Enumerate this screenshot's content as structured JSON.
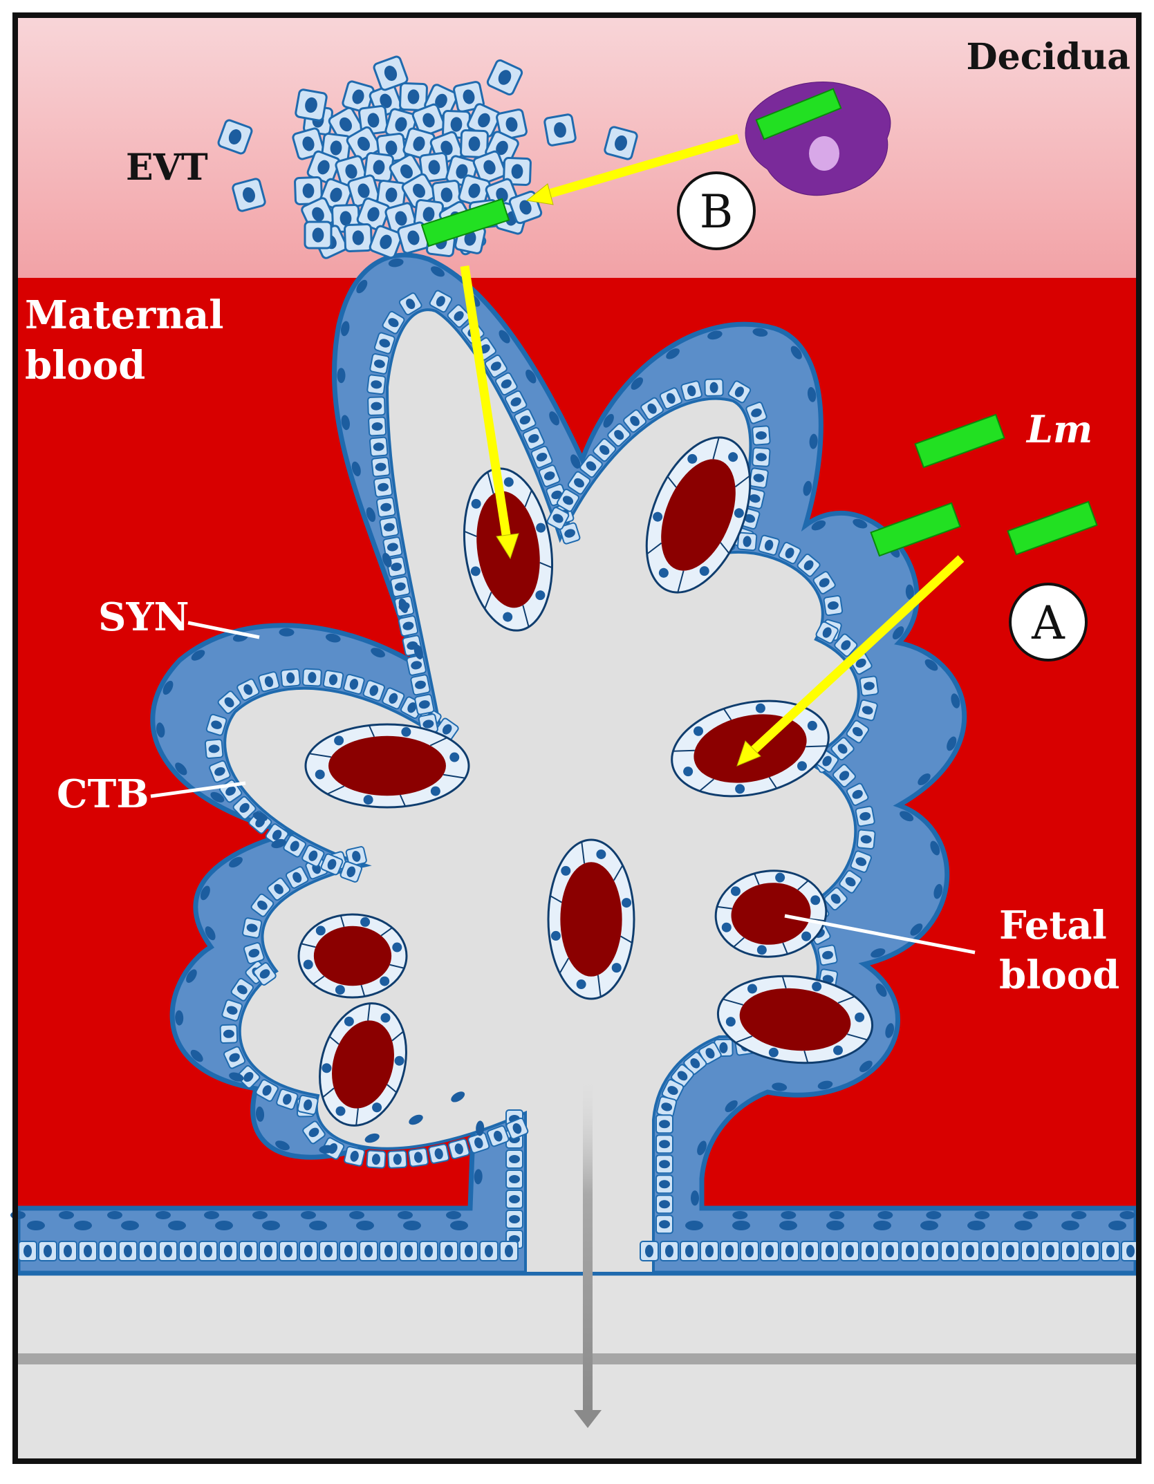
{
  "labels": {
    "decidua": "Decidua",
    "maternal_blood_line1": "Maternal",
    "maternal_blood_line2": "blood",
    "evt": "EVT",
    "lm": "Lm",
    "syn": "SYN",
    "ctb": "CTB",
    "fetal_blood_line1": "Fetal",
    "fetal_blood_line2": "blood",
    "route_a": "A",
    "route_b": "B"
  },
  "colors": {
    "decidua_top": "#f8d5d8",
    "decidua_bottom": "#f2a2a6",
    "maternal_blood": "#d80000",
    "villus_core": "#e0e0e0",
    "syncytium": "#5b8ec9",
    "syncytium_edge": "#1f6aae",
    "cytotrophoblast_fill": "#cfe3f6",
    "nucleus": "#1c5d9f",
    "fetal_vessel": "#8b0000",
    "endothelium": "#e6f0fa",
    "listeria": "#22e022",
    "path_arrow": "#ffff00",
    "macrophage": "#7a2a9a",
    "macrophage_nucleus": "#d8a8e8"
  },
  "icons": {
    "listeria": "rod-bacterium-icon",
    "macrophage": "infected-macrophage-icon",
    "route_arrow": "yellow-arrow-icon",
    "fetal_circulation": "grey-down-arrow-icon"
  }
}
